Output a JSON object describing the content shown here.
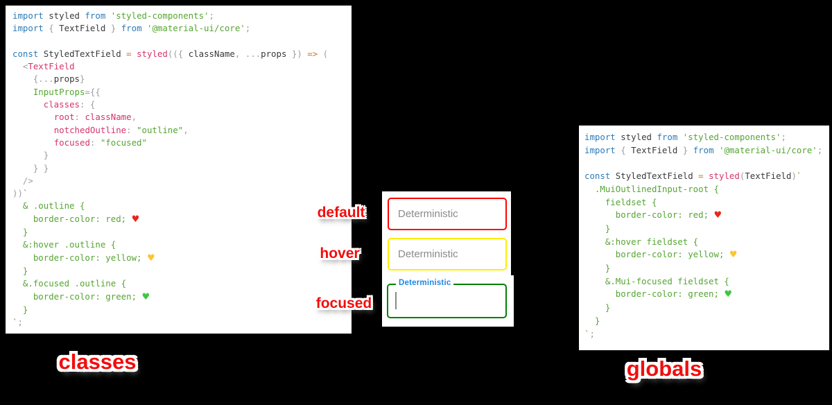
{
  "syntax_colors": {
    "keyword": "#2d7bb6",
    "identifier": "#3a3a3a",
    "string": "#55a532",
    "pink": "#d6336c",
    "operator": "#c57b25",
    "punct": "#9d9d9d",
    "heart_red": "#ee2517",
    "heart_yellow": "#fbc62e",
    "heart_green": "#3ec73e"
  },
  "annotation_color": "#f20d0d",
  "left_code": {
    "lines": [
      [
        {
          "t": "import",
          "c": "keyword"
        },
        {
          "t": " styled ",
          "c": "identifier"
        },
        {
          "t": "from",
          "c": "keyword"
        },
        {
          "t": " ",
          "c": "identifier"
        },
        {
          "t": "'styled-components'",
          "c": "string"
        },
        {
          "t": ";",
          "c": "punct"
        }
      ],
      [
        {
          "t": "import",
          "c": "keyword"
        },
        {
          "t": " { ",
          "c": "punct"
        },
        {
          "t": "TextField",
          "c": "identifier"
        },
        {
          "t": " } ",
          "c": "punct"
        },
        {
          "t": "from",
          "c": "keyword"
        },
        {
          "t": " ",
          "c": "identifier"
        },
        {
          "t": "'@material-ui/core'",
          "c": "string"
        },
        {
          "t": ";",
          "c": "punct"
        }
      ],
      [],
      [
        {
          "t": "const",
          "c": "keyword"
        },
        {
          "t": " StyledTextField ",
          "c": "identifier"
        },
        {
          "t": "=",
          "c": "operator"
        },
        {
          "t": " ",
          "c": "identifier"
        },
        {
          "t": "styled",
          "c": "pink"
        },
        {
          "t": "(({ ",
          "c": "punct"
        },
        {
          "t": "className",
          "c": "identifier"
        },
        {
          "t": ", ...",
          "c": "punct"
        },
        {
          "t": "props",
          "c": "identifier"
        },
        {
          "t": " }) ",
          "c": "punct"
        },
        {
          "t": "=>",
          "c": "operator"
        },
        {
          "t": " (",
          "c": "punct"
        }
      ],
      [
        {
          "t": "  <",
          "c": "punct"
        },
        {
          "t": "TextField",
          "c": "pink"
        }
      ],
      [
        {
          "t": "    {...",
          "c": "punct"
        },
        {
          "t": "props",
          "c": "identifier"
        },
        {
          "t": "}",
          "c": "punct"
        }
      ],
      [
        {
          "t": "    ",
          "c": "punct"
        },
        {
          "t": "InputProps",
          "c": "string"
        },
        {
          "t": "={{",
          "c": "punct"
        }
      ],
      [
        {
          "t": "      ",
          "c": "punct"
        },
        {
          "t": "classes",
          "c": "pink"
        },
        {
          "t": ": {",
          "c": "punct"
        }
      ],
      [
        {
          "t": "        ",
          "c": "punct"
        },
        {
          "t": "root",
          "c": "pink"
        },
        {
          "t": ": ",
          "c": "punct"
        },
        {
          "t": "className",
          "c": "pink"
        },
        {
          "t": ",",
          "c": "punct"
        }
      ],
      [
        {
          "t": "        ",
          "c": "punct"
        },
        {
          "t": "notchedOutline",
          "c": "pink"
        },
        {
          "t": ": ",
          "c": "punct"
        },
        {
          "t": "\"outline\"",
          "c": "string"
        },
        {
          "t": ",",
          "c": "punct"
        }
      ],
      [
        {
          "t": "        ",
          "c": "punct"
        },
        {
          "t": "focused",
          "c": "pink"
        },
        {
          "t": ": ",
          "c": "punct"
        },
        {
          "t": "\"focused\"",
          "c": "string"
        }
      ],
      [
        {
          "t": "      }",
          "c": "punct"
        }
      ],
      [
        {
          "t": "    } }",
          "c": "punct"
        }
      ],
      [
        {
          "t": "  />",
          "c": "punct"
        }
      ],
      [
        {
          "t": "))",
          "c": "punct"
        },
        {
          "t": "`",
          "c": "string"
        }
      ],
      [
        {
          "t": "  & .outline {",
          "c": "string"
        }
      ],
      [
        {
          "t": "    border-color: red; ",
          "c": "string"
        },
        {
          "t": "♥",
          "c": "heart_red"
        }
      ],
      [
        {
          "t": "  }",
          "c": "string"
        }
      ],
      [
        {
          "t": "  &:hover .outline {",
          "c": "string"
        }
      ],
      [
        {
          "t": "    border-color: yellow; ",
          "c": "string"
        },
        {
          "t": "♥",
          "c": "heart_yellow"
        }
      ],
      [
        {
          "t": "  }",
          "c": "string"
        }
      ],
      [
        {
          "t": "  &.focused .outline {",
          "c": "string"
        }
      ],
      [
        {
          "t": "    border-color: green; ",
          "c": "string"
        },
        {
          "t": "♥",
          "c": "heart_green"
        }
      ],
      [
        {
          "t": "  }",
          "c": "string"
        }
      ],
      [
        {
          "t": "`",
          "c": "string"
        },
        {
          "t": ";",
          "c": "punct"
        }
      ]
    ]
  },
  "right_code": {
    "lines": [
      [
        {
          "t": "import",
          "c": "keyword"
        },
        {
          "t": " styled ",
          "c": "identifier"
        },
        {
          "t": "from",
          "c": "keyword"
        },
        {
          "t": " ",
          "c": "identifier"
        },
        {
          "t": "'styled-components'",
          "c": "string"
        },
        {
          "t": ";",
          "c": "punct"
        }
      ],
      [
        {
          "t": "import",
          "c": "keyword"
        },
        {
          "t": " { ",
          "c": "punct"
        },
        {
          "t": "TextField",
          "c": "identifier"
        },
        {
          "t": " } ",
          "c": "punct"
        },
        {
          "t": "from",
          "c": "keyword"
        },
        {
          "t": " ",
          "c": "identifier"
        },
        {
          "t": "'@material-ui/core'",
          "c": "string"
        },
        {
          "t": ";",
          "c": "punct"
        }
      ],
      [],
      [
        {
          "t": "const",
          "c": "keyword"
        },
        {
          "t": " StyledTextField ",
          "c": "identifier"
        },
        {
          "t": "=",
          "c": "operator"
        },
        {
          "t": " ",
          "c": "identifier"
        },
        {
          "t": "styled",
          "c": "pink"
        },
        {
          "t": "(",
          "c": "punct"
        },
        {
          "t": "TextField",
          "c": "identifier"
        },
        {
          "t": ")",
          "c": "punct"
        },
        {
          "t": "`",
          "c": "string"
        }
      ],
      [
        {
          "t": "  .MuiOutlinedInput-root {",
          "c": "string"
        }
      ],
      [
        {
          "t": "    fieldset {",
          "c": "string"
        }
      ],
      [
        {
          "t": "      border-color: red; ",
          "c": "string"
        },
        {
          "t": "♥",
          "c": "heart_red"
        }
      ],
      [
        {
          "t": "    }",
          "c": "string"
        }
      ],
      [
        {
          "t": "    &:hover fieldset {",
          "c": "string"
        }
      ],
      [
        {
          "t": "      border-color: yellow; ",
          "c": "string"
        },
        {
          "t": "♥",
          "c": "heart_yellow"
        }
      ],
      [
        {
          "t": "    }",
          "c": "string"
        }
      ],
      [
        {
          "t": "    &.Mui-focused fieldset {",
          "c": "string"
        }
      ],
      [
        {
          "t": "      border-color: green; ",
          "c": "string"
        },
        {
          "t": "♥",
          "c": "heart_green"
        }
      ],
      [
        {
          "t": "    }",
          "c": "string"
        }
      ],
      [
        {
          "t": "  }",
          "c": "string"
        }
      ],
      [
        {
          "t": "`",
          "c": "string"
        },
        {
          "t": ";",
          "c": "punct"
        }
      ]
    ]
  },
  "annotations": [
    {
      "label": "default"
    },
    {
      "label": "hover"
    },
    {
      "label": "focused"
    }
  ],
  "captions": {
    "left": "classes",
    "right": "globals"
  },
  "textfields": {
    "placeholder": "Deterministic",
    "focused_label": "Deterministic",
    "default_border": "#ff0000",
    "hover_border": "#ffee00",
    "focused_border": "#008000",
    "focused_label_color": "#1e88e5",
    "placeholder_color": "#8a8a8a"
  }
}
